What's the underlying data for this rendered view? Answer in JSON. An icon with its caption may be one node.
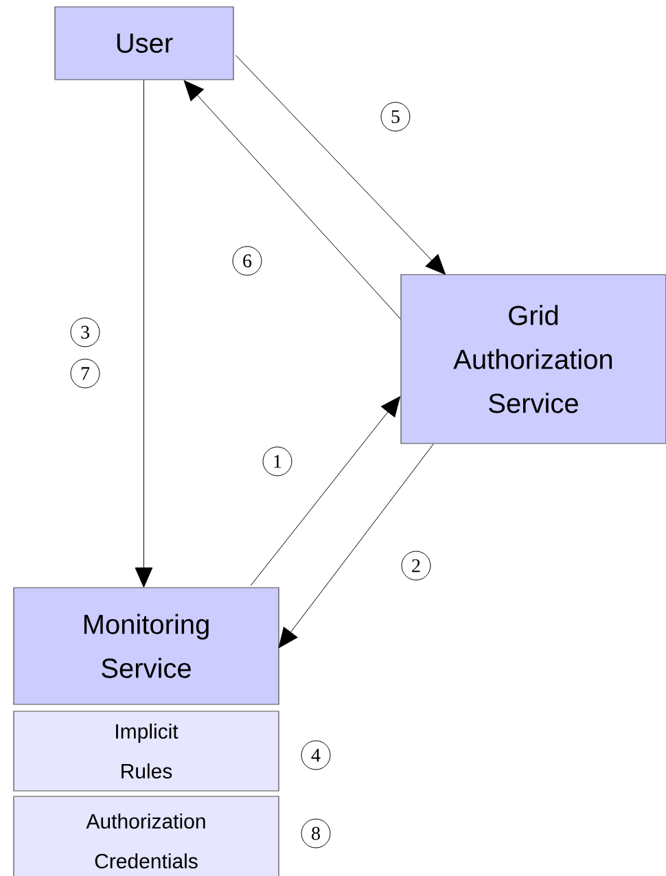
{
  "diagram": {
    "nodes": [
      {
        "text": [
          "User"
        ]
      },
      {
        "text": [
          "Grid Authorization Service"
        ]
      },
      {
        "text": [
          "Monitoring Service"
        ]
      },
      {
        "text": [
          "Implicit Rules"
        ]
      },
      {
        "text": [
          "Authorization Credentials"
        ]
      }
    ],
    "edges": [
      {
        "from": 0,
        "to": 2,
        "arrow": "to"
      },
      {
        "from": 0,
        "to": 1,
        "arrow": "to"
      },
      {
        "from": 1,
        "to": 0,
        "arrow": "to"
      },
      {
        "from": 2,
        "to": 1,
        "arrow": "to"
      },
      {
        "from": 1,
        "to": 2,
        "arrow": "to"
      }
    ],
    "labels": [
      "5",
      "6",
      "3",
      "7",
      "1",
      "2",
      "4",
      "8"
    ]
  }
}
